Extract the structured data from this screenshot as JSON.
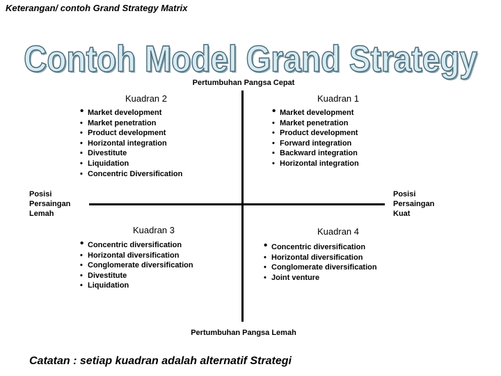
{
  "subtitle": "Keterangan/ contoh Grand Strategy Matrix",
  "title": "Contoh Model Grand Strategy",
  "axes": {
    "top": "Pertumbuhan Pangsa Cepat",
    "bottom": "Pertumbuhan Pangsa Lemah",
    "left": [
      "Posisi",
      "Persaingan",
      "Lemah"
    ],
    "right": [
      "Posisi",
      "Persaingan",
      "Kuat"
    ]
  },
  "quadrants": {
    "q2": {
      "title": "Kuadran 2",
      "items": [
        "Market development",
        "Market penetration",
        "Product development",
        "Horizontal integration",
        "Divestitute",
        "Liquidation",
        "Concentric Diversification"
      ]
    },
    "q1": {
      "title": "Kuadran 1",
      "items": [
        "Market development",
        "Market penetration",
        "Product development",
        "Forward integration",
        "Backward integration",
        "Horizontal integration"
      ]
    },
    "q3": {
      "title": "Kuadran 3",
      "items": [
        "Concentric diversification",
        "Horizontal diversification",
        "Conglomerate diversification",
        "Divestitute",
        "Liquidation"
      ]
    },
    "q4": {
      "title": "Kuadran 4",
      "items": [
        "Concentric diversification",
        "Horizontal diversification",
        "Conglomerate diversification",
        "Joint venture"
      ]
    }
  },
  "bullet": "•",
  "note": "Catatan : setiap kuadran adalah alternatif Strategi"
}
